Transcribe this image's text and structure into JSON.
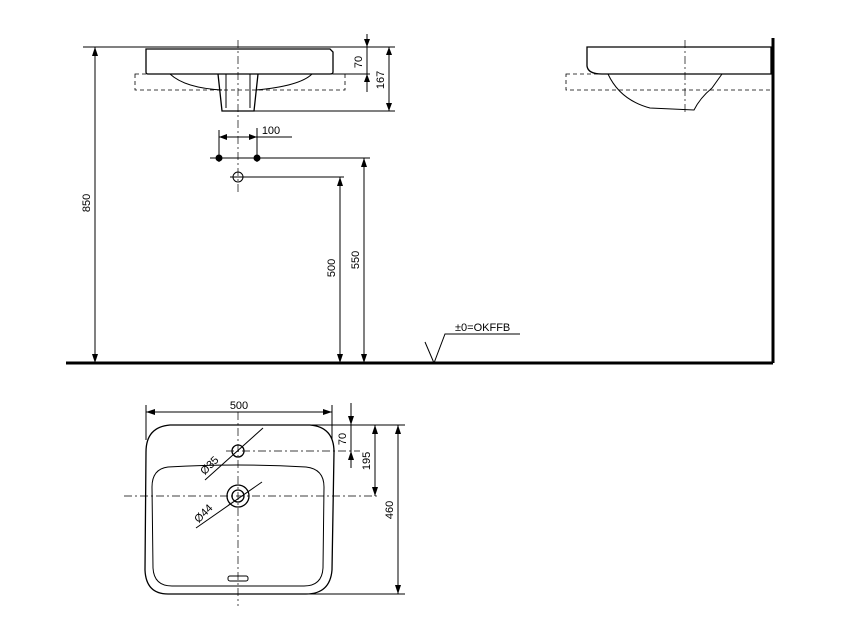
{
  "drawing": {
    "title": "",
    "floor_reference": "±0=OKFFB"
  },
  "dimensions": {
    "total_height": "850",
    "rim_height_small": "70",
    "basin_depth": "167",
    "tap_hole_spacing": "100",
    "drain_height": "500",
    "supply_height": "550",
    "width": "500",
    "tap_offset": "70",
    "drain_offset": "195",
    "depth": "460",
    "tap_hole_diameter": "Ø35",
    "drain_diameter": "Ø44"
  }
}
